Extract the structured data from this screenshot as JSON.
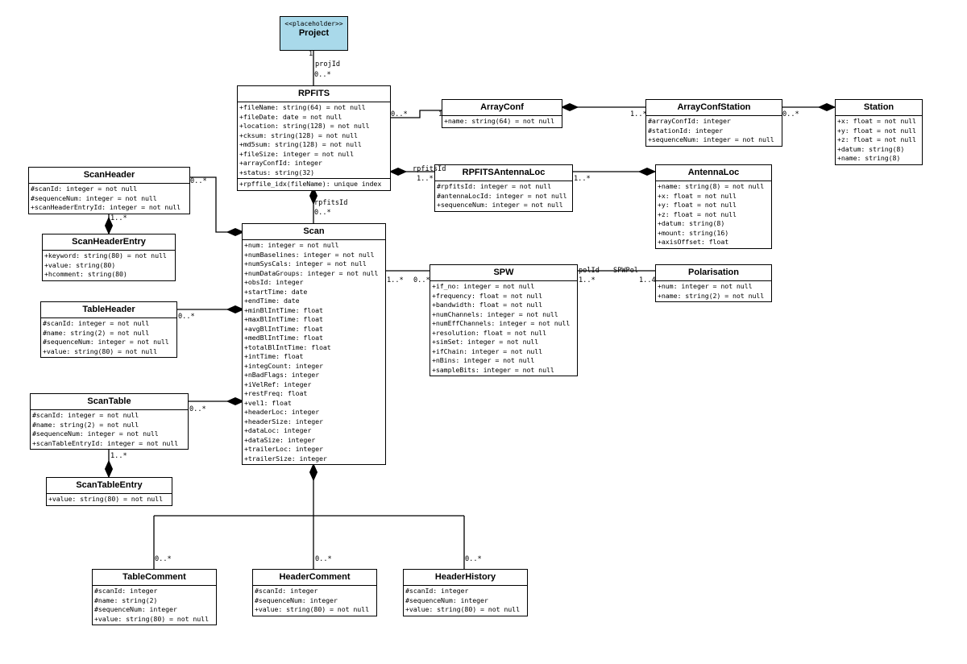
{
  "classes": {
    "project": {
      "stereotype": "<<placeholder>>",
      "name": "Project"
    },
    "rpfits": {
      "name": "RPFITS",
      "fields": [
        "+fileName: string(64) = not null",
        "+fileDate: date = not null",
        "+location: string(128) = not null",
        "+cksum: string(128) = not null",
        "+md5sum: string(128) = not null",
        "+fileSize: integer = not null",
        "+arrayConfId: integer",
        "+status: string(32)"
      ],
      "operations": [
        "+rpffile_idx(fileName): unique index"
      ]
    },
    "arrayconf": {
      "name": "ArrayConf",
      "fields": [
        "+name: string(64) = not null"
      ]
    },
    "arrayconfstation": {
      "name": "ArrayConfStation",
      "fields": [
        "#arrayConfId: integer",
        "#stationId: integer",
        "+sequenceNum: integer = not null"
      ]
    },
    "station": {
      "name": "Station",
      "fields": [
        "+x: float = not null",
        "+y: float = not null",
        "+z: float = not null",
        "+datum: string(8)",
        "+name: string(8)"
      ]
    },
    "rpfitsantennaloc": {
      "name": "RPFITSAntennaLoc",
      "fields": [
        "#rpfitsId: integer = not null",
        "#antennaLocId: integer = not null",
        "+sequenceNum: integer = not null"
      ]
    },
    "antennaloc": {
      "name": "AntennaLoc",
      "fields": [
        "+name: string(8) = not null",
        "+x: float = not null",
        "+y: float = not null",
        "+z: float = not null",
        "+datum: string(8)",
        "+mount: string(16)",
        "+axisOffset: float"
      ]
    },
    "scanheader": {
      "name": "ScanHeader",
      "fields": [
        "#scanId: integer = not null",
        "#sequenceNum: integer = not null",
        "+scanHeaderEntryId: integer = not null"
      ]
    },
    "scanheaderentry": {
      "name": "ScanHeaderEntry",
      "fields": [
        "+keyword: string(80) = not null",
        "+value: string(80)",
        "+hcomment: string(80)"
      ]
    },
    "scan": {
      "name": "Scan",
      "fields": [
        "+num: integer = not null",
        "+numBaselines: integer = not null",
        "+numSysCals: integer = not null",
        "+numDataGroups: integer = not null",
        "+obsId: integer",
        "+startTime: date",
        "+endTime: date",
        "+minBlIntTime: float",
        "+maxBlIntTime: float",
        "+avgBlIntTime: float",
        "+medBlIntTime: float",
        "+totalBlIntTime: float",
        "+intTime: float",
        "+integCount: integer",
        "+nBadFlags: integer",
        "+iVelRef: integer",
        "+restFreq: float",
        "+vel1: float",
        "+headerLoc: integer",
        "+headerSize: integer",
        "+dataLoc: integer",
        "+dataSize: integer",
        "+trailerLoc: integer",
        "+trailerSize: integer"
      ]
    },
    "spw": {
      "name": "SPW",
      "fields": [
        "+if_no: integer = not null",
        "+frequency: float = not null",
        "+bandwidth: float = not null",
        "+numChannels: integer = not null",
        "+numEffChannels: integer = not null",
        "+resolution: float = not null",
        "+simSet: integer = not null",
        "+ifChain: integer = not null",
        "+nBins: integer = not null",
        "+sampleBits: integer = not null"
      ]
    },
    "polarisation": {
      "name": "Polarisation",
      "fields": [
        "+num: integer = not null",
        "+name: string(2) = not null"
      ]
    },
    "tableheader": {
      "name": "TableHeader",
      "fields": [
        "#scanId: integer = not null",
        "#name: string(2) = not null",
        "#sequenceNum: integer = not null",
        "+value: string(80) = not null"
      ]
    },
    "scantable": {
      "name": "ScanTable",
      "fields": [
        "#scanId: integer = not null",
        "#name: string(2) = not null",
        "#sequenceNum: integer = not null",
        "+scanTableEntryId: integer = not null"
      ]
    },
    "scantableentry": {
      "name": "ScanTableEntry",
      "fields": [
        "+value: string(80) = not null"
      ]
    },
    "tablecomment": {
      "name": "TableComment",
      "fields": [
        "#scanId: integer",
        "#name: string(2)",
        "#sequenceNum: integer",
        "+value: string(80) = not null"
      ]
    },
    "headercomment": {
      "name": "HeaderComment",
      "fields": [
        "#scanId: integer",
        "#sequenceNum: integer",
        "+value: string(80) = not null"
      ]
    },
    "headerhistory": {
      "name": "HeaderHistory",
      "fields": [
        "#scanId: integer",
        "#sequenceNum: integer",
        "+value: string(80) = not null"
      ]
    }
  },
  "labels": {
    "project_mult": "1",
    "projid_role": "projId",
    "rpfits_proj_mult": "0..*",
    "rpfits_arrayconf_mult": "0..*",
    "arrayconf_rpfits_mult": "1",
    "arrayconf_station_mult": "1..*",
    "acs_station_mult": "0..*",
    "rpfitsid_role_top": "rpfitsId",
    "rpfitsid_mult_top": "1..*",
    "ral_antenna_mult": "1..*",
    "scanheader_mult": "0..*",
    "rpfitsid_role": "rpfitsId",
    "rpfitsid_mult": "0..*",
    "scanheaderentry_mult": "1..*",
    "tableheader_mult": "0..*",
    "scantable_mult": "0..*",
    "scantableentry_mult": "1..*",
    "scan_spw_mult": "1..*",
    "spw_scan_mult": "0..*",
    "polid_role": "polId",
    "spwpol_role": "SPWPol",
    "spw_pol_mult": "1..*",
    "pol_spw_mult": "1..4",
    "tablecomment_mult": "0..*",
    "headercomment_mult": "0..*",
    "headerhistory_mult": "0..*"
  }
}
